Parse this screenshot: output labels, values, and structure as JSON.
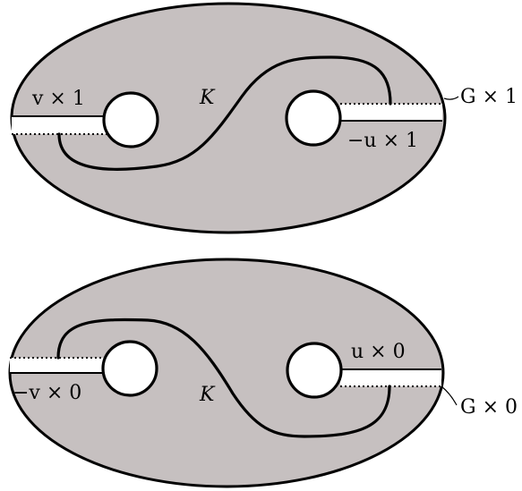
{
  "top_surface": {
    "knot_label": "K",
    "cut_left_label": "v × 1",
    "cut_right_label": "−u × 1",
    "surface_label": "G × 1"
  },
  "bottom_surface": {
    "knot_label": "K",
    "cut_left_label": "−v × 0",
    "cut_right_label": "u × 0",
    "surface_label": "G × 0"
  },
  "colors": {
    "surface_fill": "#c6c0c0",
    "outline": "#000000",
    "background": "#ffffff"
  }
}
